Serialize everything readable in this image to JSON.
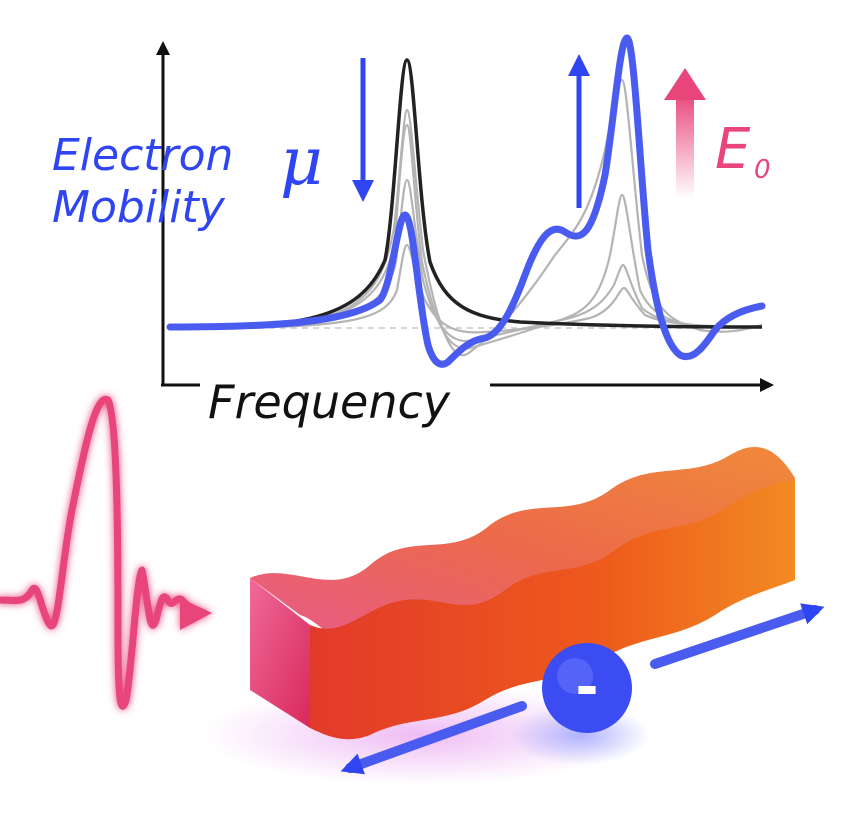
{
  "labels": {
    "y_axis_line1": "Electron",
    "y_axis_line2": "Mobility",
    "mu_symbol": "μ",
    "x_axis": "Frequency",
    "field_symbol": "E",
    "field_subscript": "0",
    "charge_symbol": "-"
  },
  "colors": {
    "mobility_blue": "#2f45f2",
    "curve_blue": "#4a5cf0",
    "field_pink": "#e8457a",
    "baseline_black": "#222222",
    "intermediate_gray": "#b4b4b4",
    "ribbon_orange": "#ee6a1d",
    "ribbon_pink": "#e83a6a"
  },
  "icons": {
    "decrease_arrow": "arrow-down-icon",
    "increase_arrow": "arrow-up-icon",
    "field_arrow": "gradient-arrow-up-icon",
    "electron": "electron-minus-icon",
    "pulse": "thz-pulse-icon"
  }
}
